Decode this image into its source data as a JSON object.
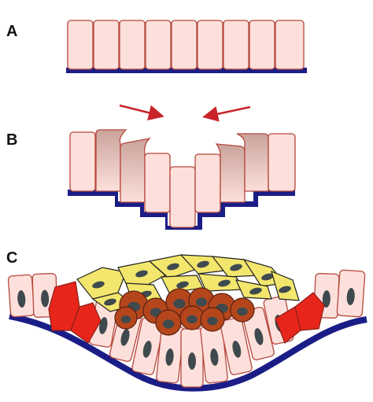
{
  "panels": [
    {
      "label": "A"
    },
    {
      "label": "B"
    },
    {
      "label": "C"
    }
  ],
  "colors": {
    "cell_fill": "#fde0db",
    "cell_stroke": "#b5483c",
    "cell_gradient_dark": "#c9a39b",
    "basement_membrane": "#1b1d86",
    "arrow": "#c8242a",
    "nucleus": "#3f4a4e",
    "red_cell": "#e8251b",
    "yellow_cell": "#f3e66d",
    "orange_cell": "#b5461c"
  },
  "icons": {
    "arrow_left": "arrow-right-icon",
    "arrow_right": "arrow-left-icon"
  }
}
